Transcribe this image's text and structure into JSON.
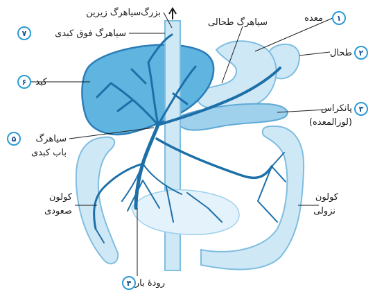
{
  "labels": {
    "stomach": "معده",
    "spleen": "طحال",
    "pancreas": "پانکراس",
    "pancreas_alt": "(لوزالمعده)",
    "portal_vein_1": "سیاهرگ",
    "portal_vein_2": "باب کبدی",
    "liver": "کبد",
    "hepatic_vein": "سیاهرگ فوق کبدی",
    "inferior_vena_cava": "بزرگ‌سیاهرگ زیرین",
    "splenic_vein": "سیاهرگ طحالی",
    "ascending_colon_1": "کولون",
    "ascending_colon_2": "صعودی",
    "descending_colon_1": "کولون",
    "descending_colon_2": "نزولی",
    "small_intestine": "رودهٔ باریک"
  },
  "numbers": {
    "stomach": "۱",
    "spleen": "۲",
    "pancreas": "۳",
    "small_intestine": "۴",
    "portal_vein": "۵",
    "liver": "۶",
    "hepatic_vein": "۷"
  },
  "colors": {
    "organ_light": "#cfe8f6",
    "organ_mid": "#9fd0ec",
    "liver_fill": "#5fb4e0",
    "vein": "#1d6fa8",
    "badge": "#2a9bd5"
  }
}
